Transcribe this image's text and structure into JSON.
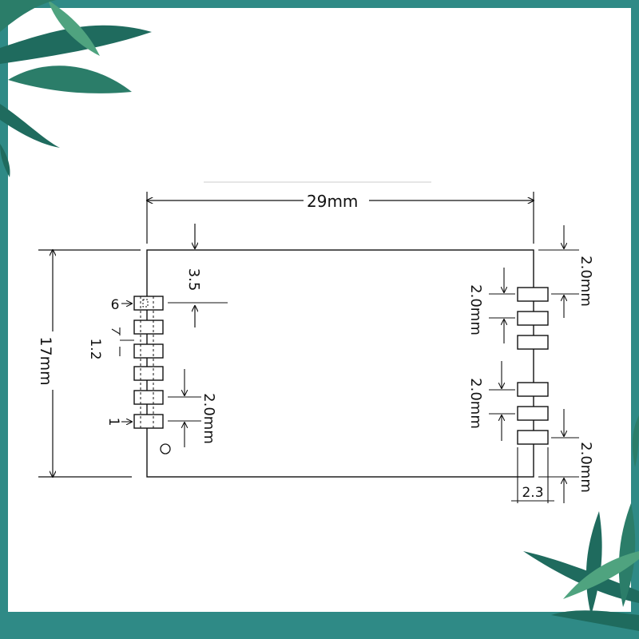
{
  "labels": {
    "width": "29mm",
    "height": "17mm",
    "top_offset": "3.5",
    "pin_label_top": "6",
    "pin_label_bottom": "1",
    "pad_gap": "1.2",
    "left_pitch": "2.0mm",
    "right_pitch_upper": "2.0mm",
    "right_pitch_lower": "2.0mm",
    "right_edge_top": "2.0mm",
    "right_edge_bottom": "2.0mm",
    "right_margin": "2.3"
  },
  "colors": {
    "background": "#2f8a86",
    "panel": "#ffffff",
    "line": "#111111",
    "leaf_dark": "#1f6b5e",
    "leaf_light": "#4fa37f"
  },
  "decorations": [
    "leaf-cluster-top-left",
    "leaf-cluster-bottom-right"
  ]
}
